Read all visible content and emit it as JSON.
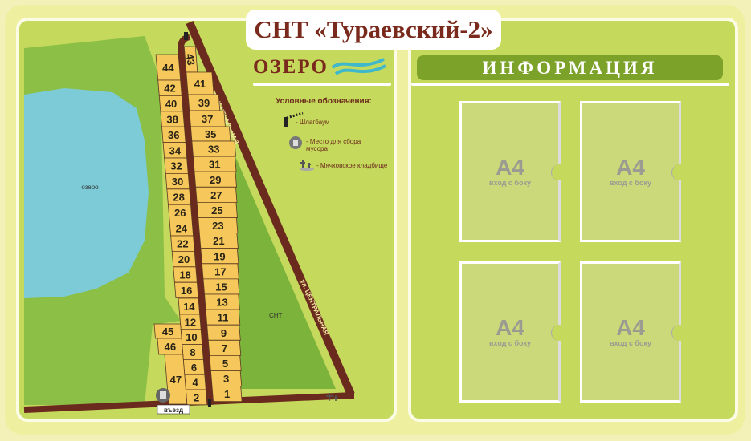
{
  "title": "СНТ «Тураевский-2»",
  "lake_heading": "ОЗЕРО",
  "info_heading": "ИНФОРМАЦИЯ",
  "legend": {
    "title": "Условные обозначения:",
    "items": [
      {
        "icon": "barrier-icon",
        "label": "- Шлагбаум"
      },
      {
        "icon": "trash-icon",
        "label": "- Место для сбора мусора"
      },
      {
        "icon": "cemetery-icon",
        "label": "- Мячковское кладбище"
      }
    ]
  },
  "map": {
    "lake_label": "озеро",
    "street_label": "ул. ЦЕНТРАЛЬНАЯ",
    "snt_label": "СНТ",
    "entry_label": "въезд",
    "plots": [
      "1",
      "2",
      "3",
      "4",
      "5",
      "6",
      "7",
      "8",
      "9",
      "10",
      "11",
      "12",
      "13",
      "14",
      "15",
      "16",
      "17",
      "18",
      "19",
      "20",
      "21",
      "22",
      "23",
      "24",
      "25",
      "26",
      "27",
      "28",
      "29",
      "30",
      "31",
      "32",
      "33",
      "34",
      "35",
      "36",
      "37",
      "38",
      "39",
      "40",
      "41",
      "42",
      "43",
      "44",
      "45",
      "46",
      "47"
    ]
  },
  "pockets": [
    {
      "label": "A4",
      "sub": "вход с боку"
    },
    {
      "label": "A4",
      "sub": "вход с боку"
    },
    {
      "label": "A4",
      "sub": "вход с боку"
    },
    {
      "label": "A4",
      "sub": "вход с боку"
    }
  ],
  "colors": {
    "road": "#6b2a1e",
    "plot": "#f6c75a",
    "lake": "#7ccbd6",
    "brand": "#7a2a1c",
    "info_bar": "#7ca22a"
  }
}
